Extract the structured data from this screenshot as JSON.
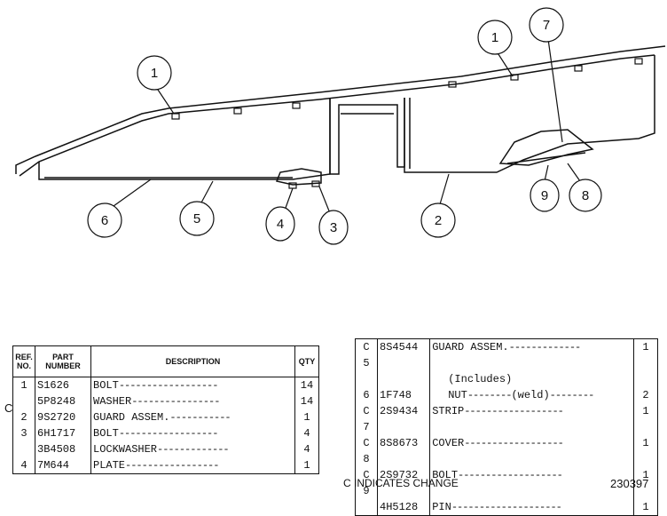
{
  "callouts": [
    "1",
    "1",
    "7",
    "6",
    "5",
    "4",
    "3",
    "2",
    "9",
    "8"
  ],
  "left_table": {
    "headers": {
      "ref": "REF. NO.",
      "part": "PART NUMBER",
      "description": "DESCRIPTION",
      "qty": "QTY"
    },
    "change_marks": [
      "C"
    ],
    "rows": [
      {
        "ref": "1",
        "part": "S1626",
        "description": "BOLT",
        "qty": "14"
      },
      {
        "ref": "",
        "part": "5P8248",
        "description": "WASHER",
        "qty": "14"
      },
      {
        "ref": "2",
        "part": "9S2720",
        "description": "GUARD ASSEM.",
        "qty": "1"
      },
      {
        "ref": "3",
        "part": "6H1717",
        "description": "BOLT",
        "qty": "4"
      },
      {
        "ref": "",
        "part": "3B4508",
        "description": "LOCKWASHER",
        "qty": "4"
      },
      {
        "ref": "4",
        "part": "7M644",
        "description": "PLATE",
        "qty": "1"
      }
    ]
  },
  "right_table": {
    "rows": [
      {
        "mark": "C",
        "ref": "5",
        "part": "8S4544",
        "description": "GUARD ASSEM.",
        "qty": "1"
      },
      {
        "mark": "",
        "ref": "",
        "part": "",
        "description": "(Includes)",
        "qty": ""
      },
      {
        "mark": "",
        "ref": "6",
        "part": "1F748",
        "description": "NUT",
        "note": "(weld)",
        "qty": "2"
      },
      {
        "mark": "C",
        "ref": "7",
        "part": "2S9434",
        "description": "STRIP",
        "qty": "1"
      },
      {
        "mark": "C",
        "ref": "8",
        "part": "8S8673",
        "description": "COVER",
        "qty": "1"
      },
      {
        "mark": "C",
        "ref": "9",
        "part": "2S9732",
        "description": "BOLT",
        "qty": "1"
      },
      {
        "mark": "",
        "ref": "",
        "part": "4H5128",
        "description": "PIN",
        "qty": "1"
      }
    ]
  },
  "footer": {
    "note": "C INDICATES CHANGE",
    "number": "230397"
  }
}
